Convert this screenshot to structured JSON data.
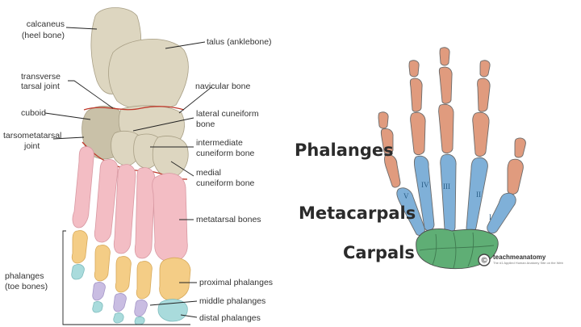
{
  "foot": {
    "labels": {
      "calcaneus_1": "calcaneus",
      "calcaneus_2": "(heel bone)",
      "talus": "talus (anklebone)",
      "transverse_1": "transverse",
      "transverse_2": "tarsal joint",
      "navicular": "navicular bone",
      "cuboid": "cuboid",
      "lateral_1": "lateral cuneiform",
      "lateral_2": "bone",
      "tarsomet_1": "tarsometatarsal",
      "tarsomet_2": "joint",
      "intermediate_1": "intermediate",
      "intermediate_2": "cuneiform bone",
      "medial_1": "medial",
      "medial_2": "cuneiform bone",
      "metatarsal": "metatarsal bones",
      "phalanges_1": "phalanges",
      "phalanges_2": "(toe bones)",
      "proximal": "proximal phalanges",
      "middle": "middle phalanges",
      "distal": "distal phalanges"
    },
    "colors": {
      "tarsal": "#ddd6c0",
      "tarsal_shadow": "#b9b198",
      "metatarsal": "#f3bdc4",
      "proximal": "#f4cd86",
      "middle": "#c9bde2",
      "distal": "#a9dbdc",
      "joint_line": "#c0392b"
    }
  },
  "hand": {
    "labels": {
      "phalanges": "Phalanges",
      "metacarpals": "Metacarpals",
      "carpals": "Carpals"
    },
    "roman_numerals": [
      "V",
      "IV",
      "III",
      "II",
      "I"
    ],
    "credit": {
      "symbol": "©",
      "name": "teachmeanatomy",
      "tagline": "The #1 Applied Human Anatomy Site on the Web"
    },
    "colors": {
      "phalanges": "#e09b7e",
      "metacarpals": "#7fb0d8",
      "carpals": "#5fae75",
      "outline": "#6b6b6b"
    }
  }
}
